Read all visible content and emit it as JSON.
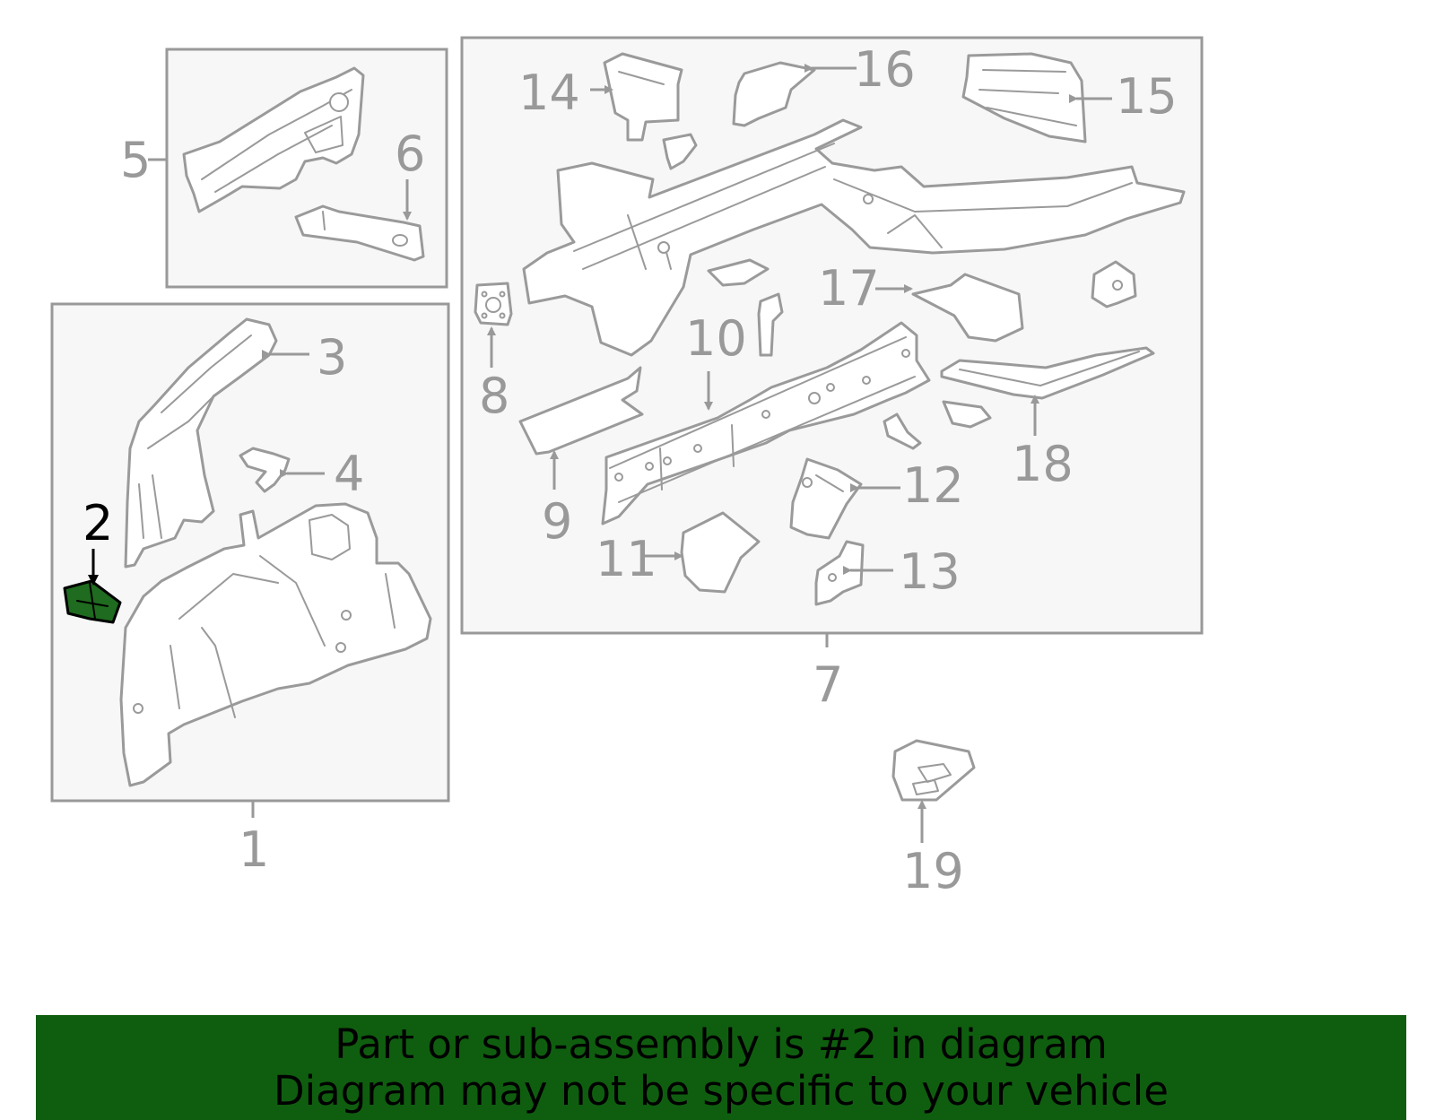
{
  "highlight_color": "#1f6b1f",
  "banner_color": "#0f5e0f",
  "callouts": {
    "c1": "1",
    "c2": "2",
    "c3": "3",
    "c4": "4",
    "c5": "5",
    "c6": "6",
    "c7": "7",
    "c8": "8",
    "c9": "9",
    "c10": "10",
    "c11": "11",
    "c12": "12",
    "c13": "13",
    "c14": "14",
    "c15": "15",
    "c16": "16",
    "c17": "17",
    "c18": "18",
    "c19": "19"
  },
  "banner": {
    "line1": "Part or sub-assembly is #2 in diagram",
    "line2": "Diagram may not be specific to your vehicle"
  }
}
